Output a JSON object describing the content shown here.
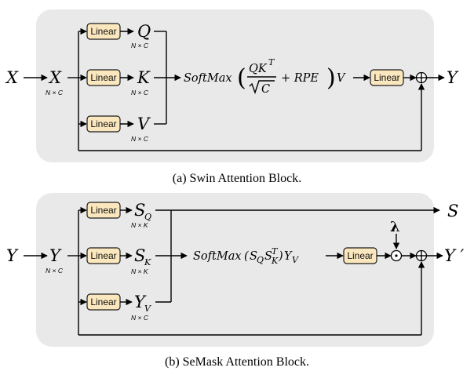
{
  "swin": {
    "input_outer": "X",
    "input_inner": "X",
    "input_dim": "N × C",
    "linear_label": "Linear",
    "q": "Q",
    "q_dim": "N × C",
    "k": "K",
    "k_dim": "N × C",
    "v": "V",
    "v_dim": "N × C",
    "formula": {
      "softmax": "SoftMax",
      "num": "QK",
      "num_sup": "T",
      "den": "C",
      "rpe": "+ RPE",
      "v": "V"
    },
    "output": "Y",
    "caption": "(a) Swin Attention Block."
  },
  "semask": {
    "input_outer": "Y",
    "input_inner": "Y",
    "input_dim": "N × C",
    "linear_label": "Linear",
    "sq": "S",
    "sq_sub": "Q",
    "sq_dim": "N × K",
    "sk": "S",
    "sk_sub": "K",
    "sk_dim": "N × K",
    "yv": "Y",
    "yv_sub": "V",
    "yv_dim": "N × C",
    "formula": {
      "softmax": "SoftMax",
      "open": "(",
      "s1": "S",
      "s1_sub": "Q",
      "s2": "S",
      "s2_sub": "K",
      "s2_sup": "T",
      "close": ")",
      "y": "Y",
      "y_sub": "V"
    },
    "side_output": "S",
    "lambda": "λ",
    "output": "Y ′",
    "caption": "(b) SeMask Attention Block."
  }
}
